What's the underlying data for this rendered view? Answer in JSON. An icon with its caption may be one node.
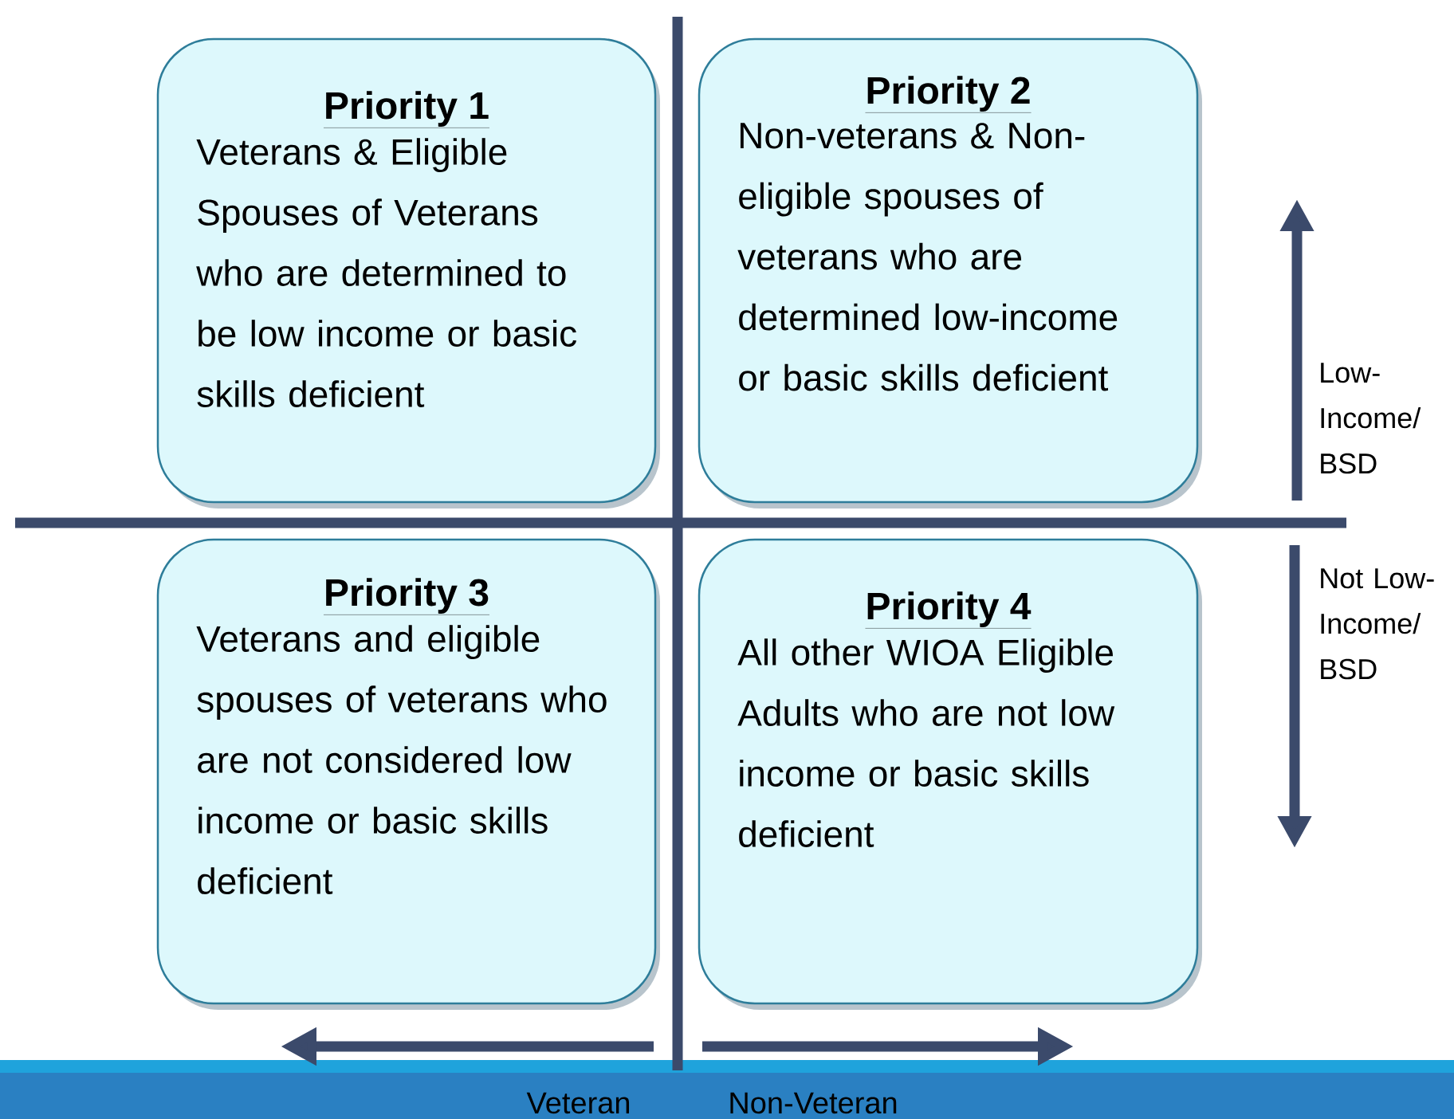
{
  "diagram": {
    "nodes": [
      {
        "text": [
          "Priority 1",
          "Veterans & Eligible Spouses of Veterans who are determined to be low income or basic skills deficient"
        ]
      },
      {
        "text": [
          "Priority 2",
          "Non-veterans & Non-eligible spouses of veterans who are determined low-income or basic skills deficient"
        ]
      },
      {
        "text": [
          "Priority 3",
          "Veterans and eligible spouses of veterans who are not considered low income or basic skills deficient"
        ]
      },
      {
        "text": [
          "Priority 4",
          "All other WIOA Eligible Adults who are not low income or basic skills deficient"
        ]
      }
    ],
    "labels": [
      "Low- Income/ BSD",
      "Not Low- Income/ BSD",
      "Veteran",
      "Non-Veteran"
    ]
  }
}
